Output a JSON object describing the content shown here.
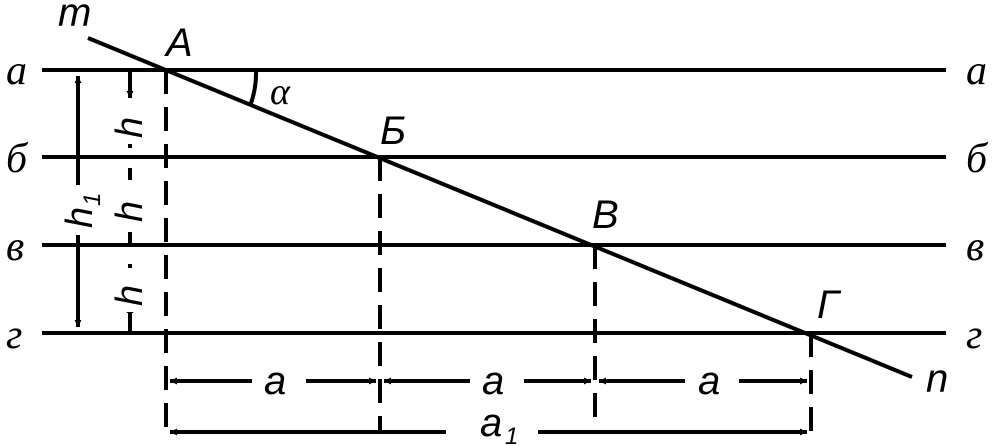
{
  "planes": {
    "a": "а",
    "b": "б",
    "v": "в",
    "g": "г"
  },
  "points": {
    "A": "A",
    "B": "Б",
    "V": "В",
    "G": "Г"
  },
  "line_ends": {
    "m": "m",
    "n": "n"
  },
  "angle": "α",
  "heights": {
    "h": "h",
    "h1_main": "h",
    "h1_sub": "1"
  },
  "spacings": {
    "a": "a",
    "a1_main": "a",
    "a1_sub": "1"
  }
}
